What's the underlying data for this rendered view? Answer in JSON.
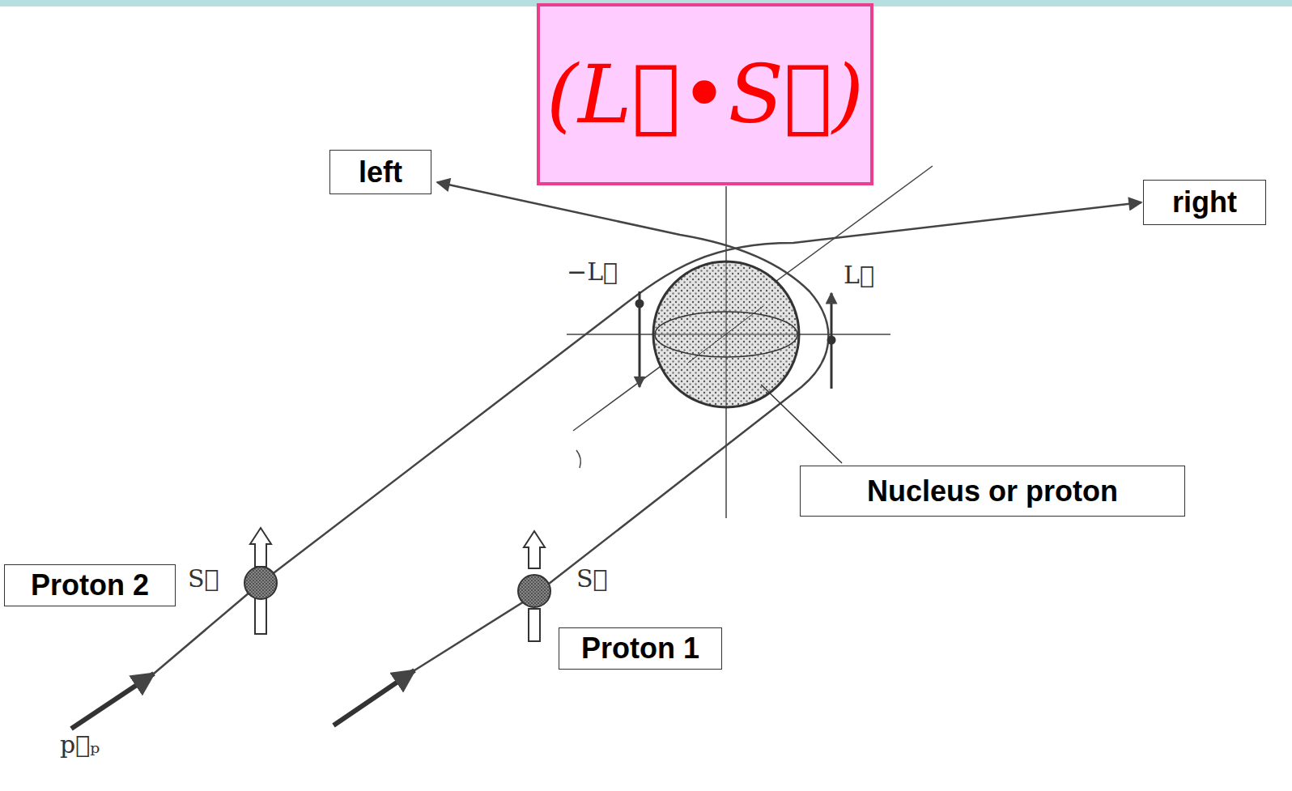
{
  "diagram": {
    "nodes": [
      {
        "text": [
          "(L⃗•S⃗)"
        ]
      },
      {
        "text": [
          "left"
        ]
      },
      {
        "text": [
          "right"
        ]
      },
      {
        "text": [
          "Nucleus or proton"
        ]
      },
      {
        "text": [
          "Proton 2"
        ]
      },
      {
        "text": [
          "Proton 1"
        ]
      }
    ],
    "labels": [
      "−L⃗",
      "L⃗",
      "S⃗",
      "S⃗",
      "p⃗ₚ"
    ]
  }
}
